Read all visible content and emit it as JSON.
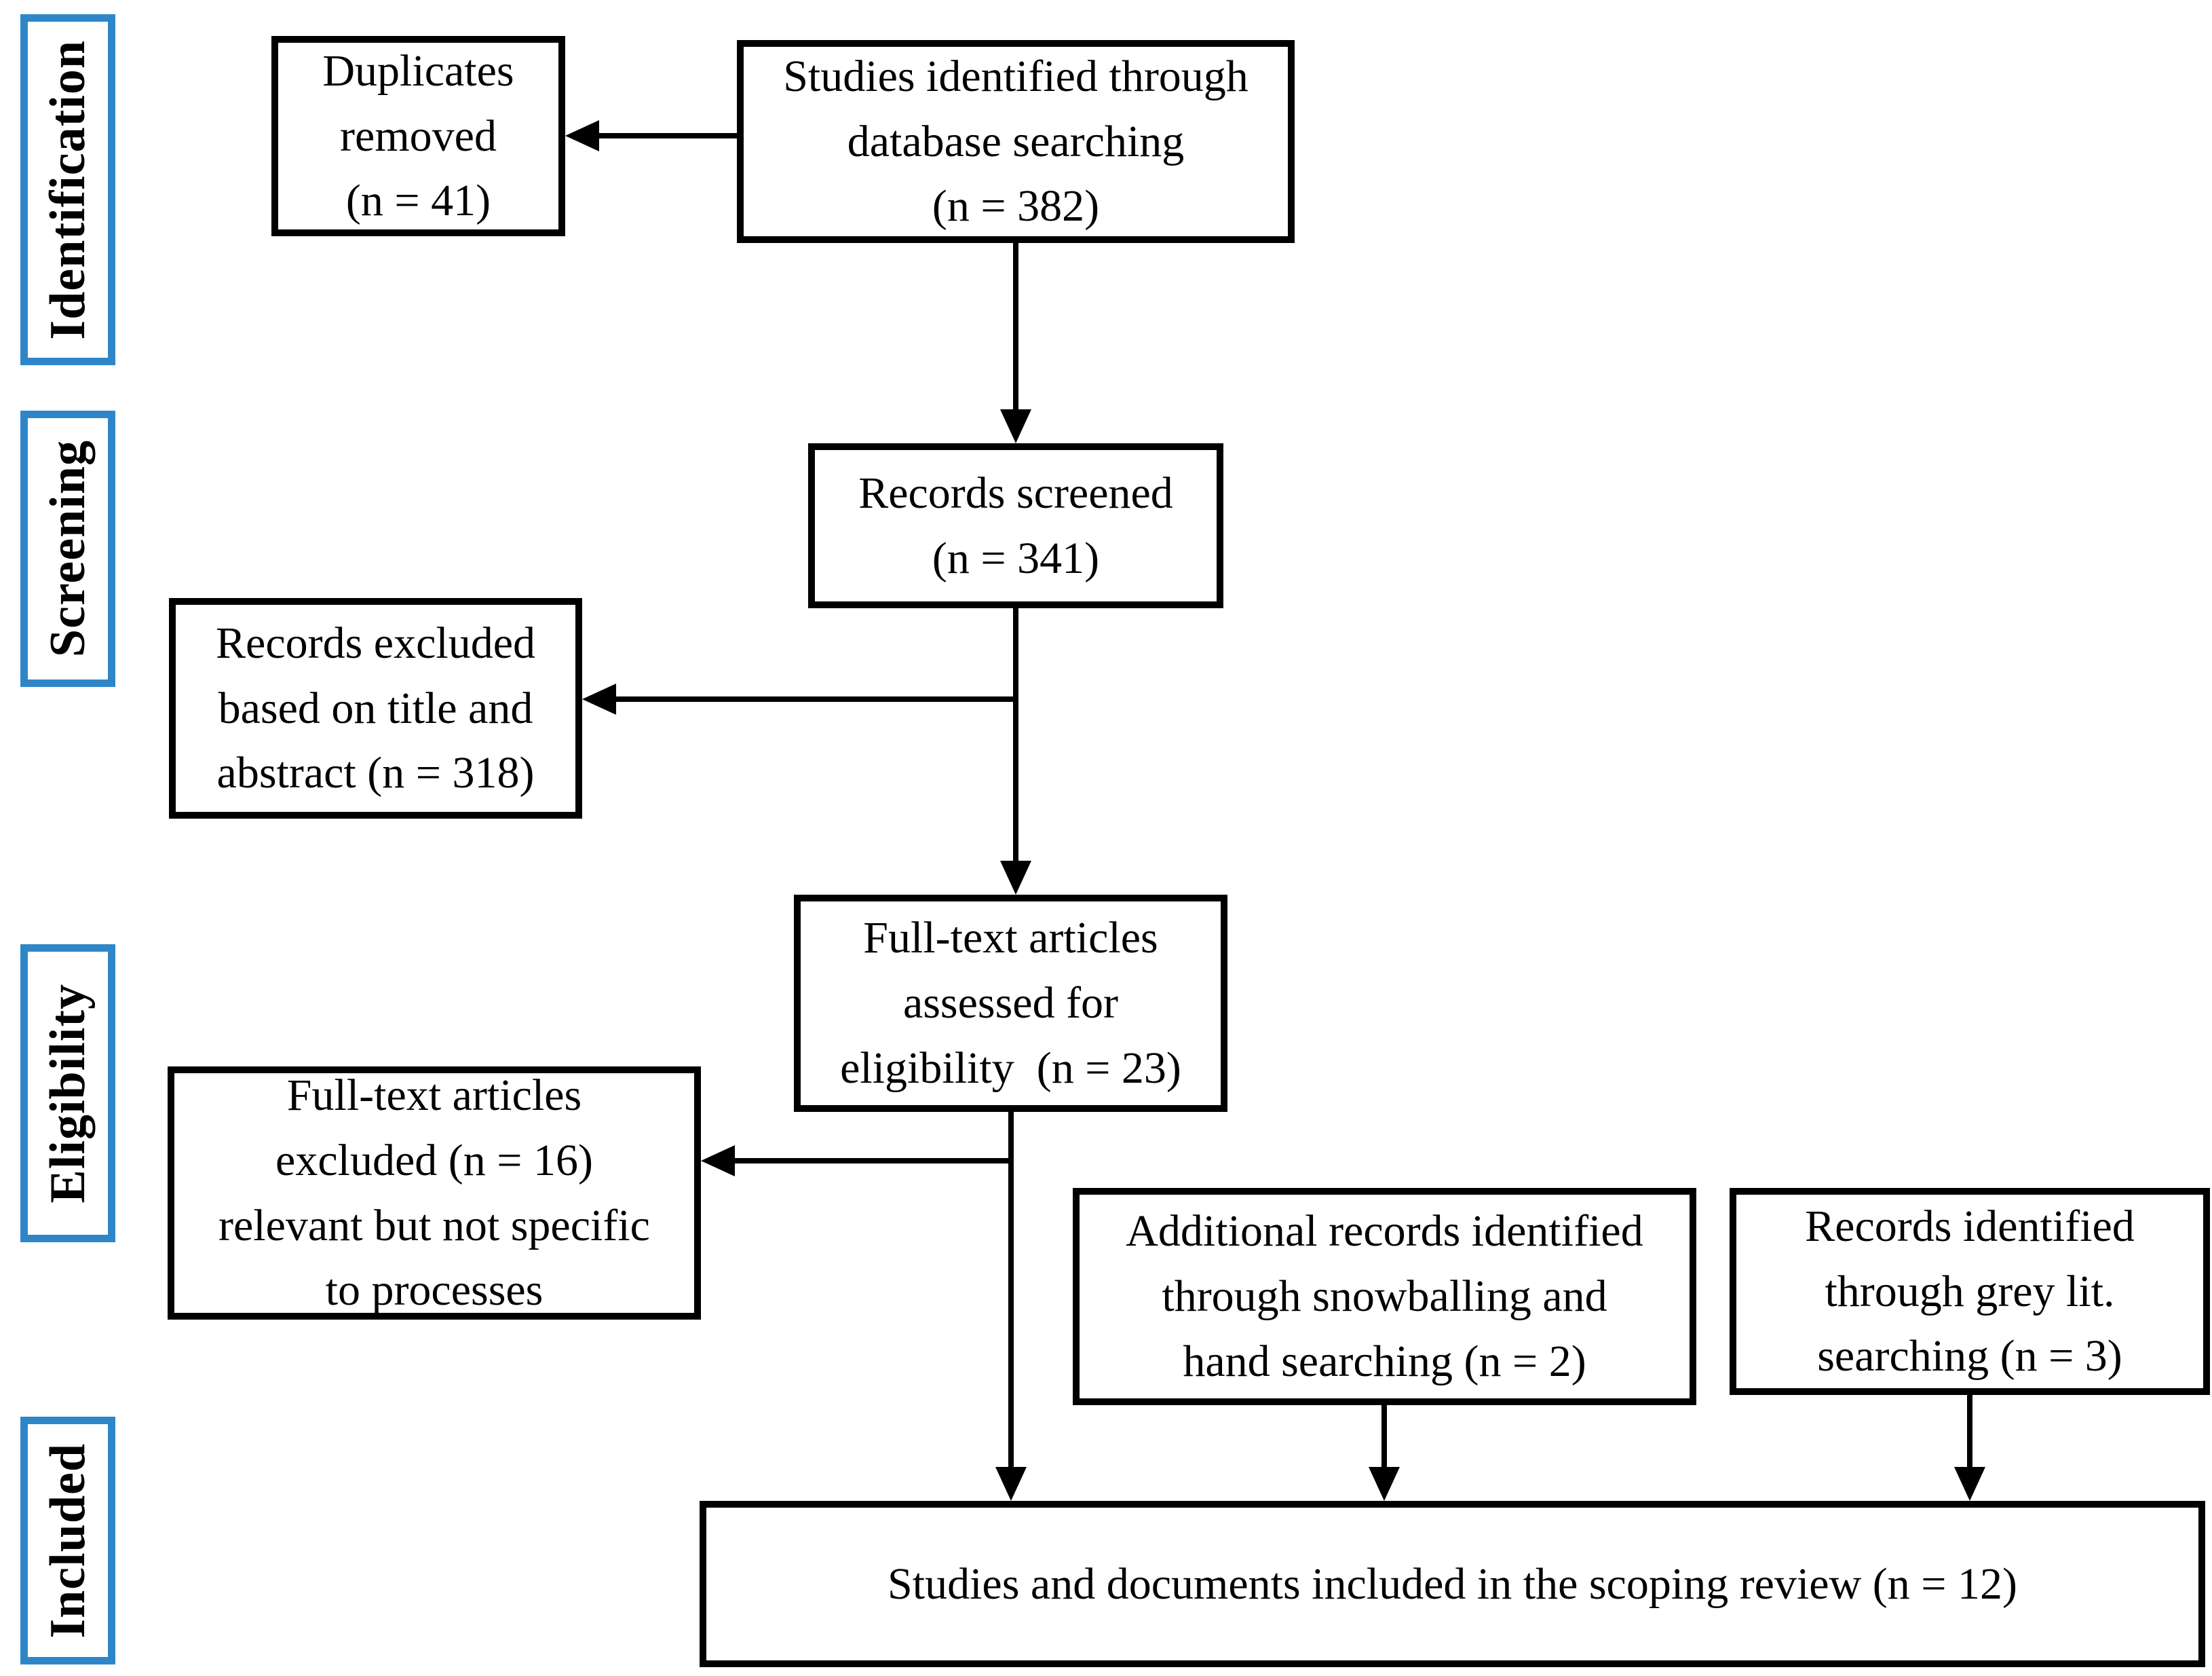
{
  "colors": {
    "stage_border": "#2E86C8",
    "box_border": "#000000",
    "text": "#000000",
    "background": "#FFFFFF"
  },
  "stages": {
    "identification": "Identification",
    "screening": "Screening",
    "eligibility": "Eligibility",
    "included": "Included"
  },
  "boxes": {
    "duplicates_removed": "Duplicates\nremoved\n(n = 41)",
    "studies_identified": "Studies identified through\ndatabase searching\n(n = 382)",
    "records_screened": "Records screened\n(n = 341)",
    "records_excluded": "Records excluded\nbased on title and\nabstract (n = 318)",
    "fulltext_assessed": "Full-text articles\nassessed for\neligibility  (n = 23)",
    "fulltext_excluded": "Full-text articles\nexcluded (n = 16)\nrelevant but not specific\nto processes",
    "additional_records": "Additional records identified\nthrough snowballing and\nhand searching (n = 2)",
    "greylit_records": "Records identified\nthrough grey lit.\nsearching (n = 3)",
    "included_studies": "Studies and documents included in the scoping review (n = 12)"
  }
}
